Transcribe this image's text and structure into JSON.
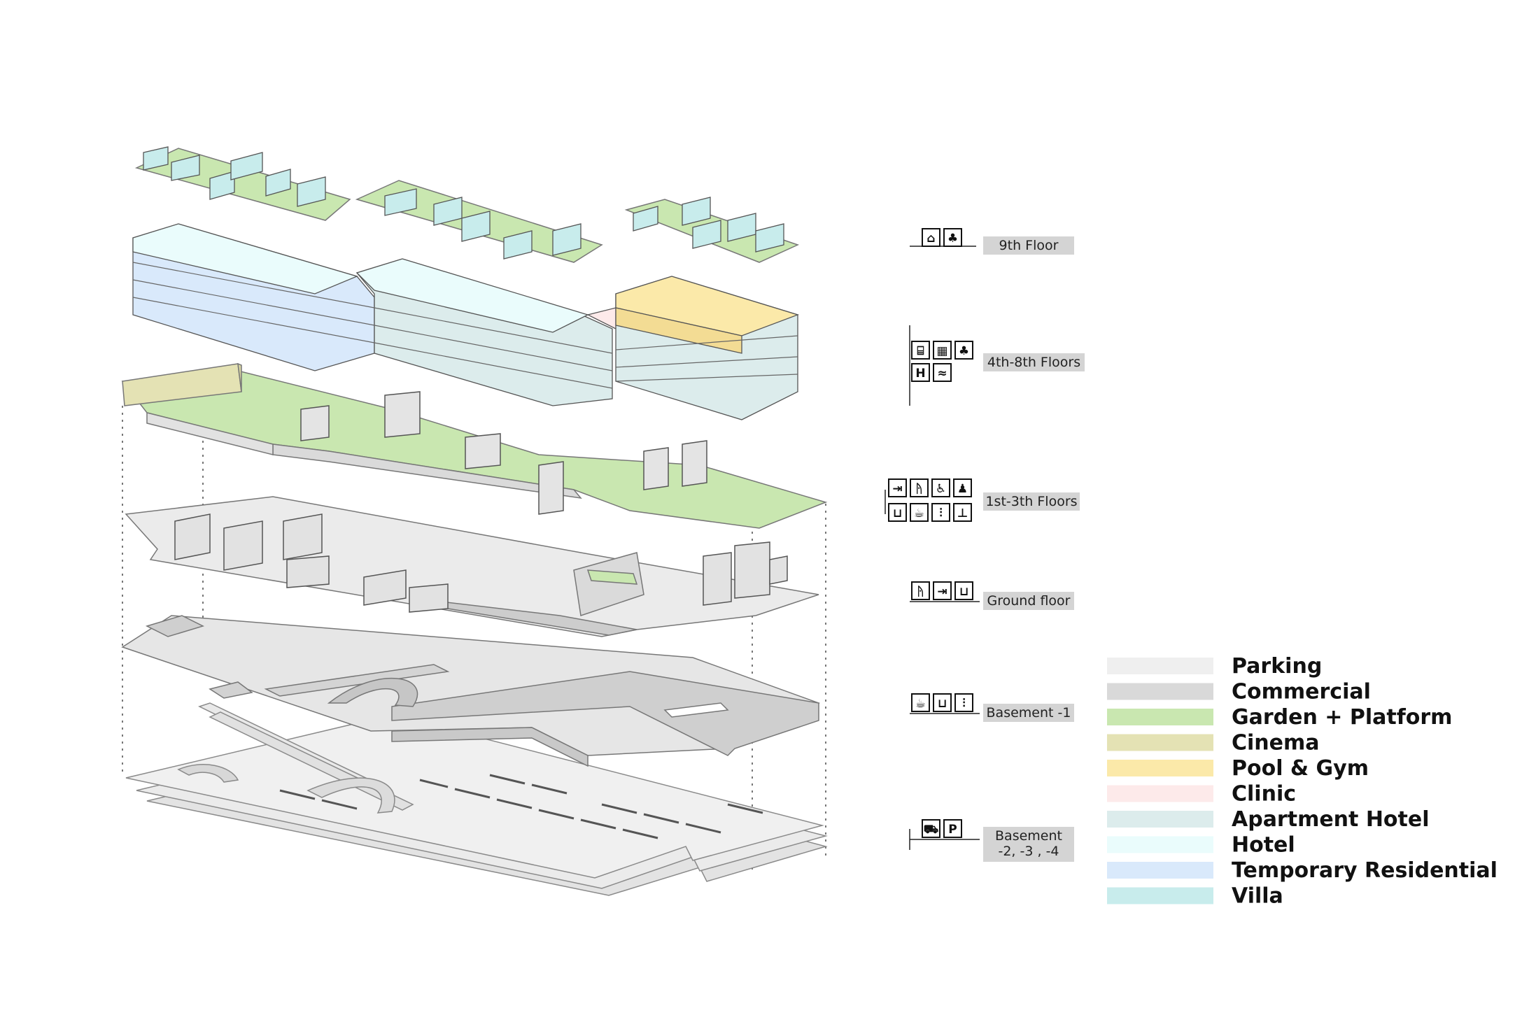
{
  "levels": [
    {
      "id": "9th",
      "lines": [
        "9th  Floor"
      ],
      "icons": [
        "house-icon",
        "tree-icon"
      ]
    },
    {
      "id": "4-8",
      "lines": [
        "4th-8th  Floors"
      ],
      "icons": [
        "bed-icon",
        "building-icon",
        "tree-icon",
        "hospital-h-icon",
        "swimmer-icon"
      ]
    },
    {
      "id": "1-3",
      "lines": [
        "1st-3th  Floors"
      ],
      "icons": [
        "enter-icon",
        "walking-icon",
        "wheelchair-icon",
        "meeting-icon",
        "cart-icon",
        "coffee-icon",
        "restaurant-icon",
        "cinema-seats-icon"
      ]
    },
    {
      "id": "ground",
      "lines": [
        "Ground floor"
      ],
      "icons": [
        "walking-icon",
        "enter-icon",
        "cart-icon"
      ]
    },
    {
      "id": "b1",
      "lines": [
        "Basement -1"
      ],
      "icons": [
        "coffee-icon",
        "cart-icon",
        "restaurant-icon"
      ]
    },
    {
      "id": "b234",
      "lines": [
        "Basement",
        "-2, -3 , -4"
      ],
      "icons": [
        "car-icon",
        "parking-p-icon"
      ]
    }
  ],
  "legend": [
    {
      "label": "Parking",
      "color": "#efefef"
    },
    {
      "label": "Commercial",
      "color": "#d9d9d9"
    },
    {
      "label": "Garden + Platform",
      "color": "#c9e7b0"
    },
    {
      "label": "Cinema",
      "color": "#e4e2b4"
    },
    {
      "label": "Pool & Gym",
      "color": "#fbe9a9"
    },
    {
      "label": "Clinic",
      "color": "#fdeaea"
    },
    {
      "label": "Apartment Hotel",
      "color": "#dcecec"
    },
    {
      "label": "Hotel",
      "color": "#eafcfc"
    },
    {
      "label": "Temporary Residential",
      "color": "#d9e9fb"
    },
    {
      "label": "Villa",
      "color": "#c8ecec"
    }
  ],
  "icon_glyphs": {
    "house-icon": "⌂",
    "tree-icon": "♣",
    "bed-icon": "⌸",
    "building-icon": "▦",
    "hospital-h-icon": "H",
    "swimmer-icon": "≈",
    "enter-icon": "⇥",
    "walking-icon": "ᚤ",
    "wheelchair-icon": "♿",
    "meeting-icon": "♟",
    "cart-icon": "⊔",
    "coffee-icon": "☕",
    "restaurant-icon": "⫶",
    "cinema-seats-icon": "⊥",
    "car-icon": "⛟",
    "parking-p-icon": "P"
  }
}
